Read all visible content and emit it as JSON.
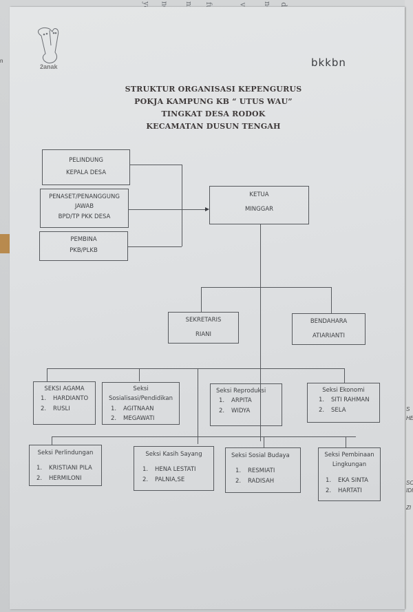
{
  "document": {
    "brand": "bkkbn",
    "logo_caption": "2anak",
    "title_lines": [
      "STRUKTUR ORGANISASI KEPENGURUS",
      "POKJA KAMPUNG KB “ UTUS WAU”",
      "TINGKAT DESA RODOK",
      "KECAMATAN DUSUN TENGAH"
    ]
  },
  "advisors": [
    {
      "role": "PELINDUNG",
      "name": "KEPALA DESA"
    },
    {
      "role": "PENASET/PENANGGUNG",
      "role2": "JAWAB",
      "name": "BPD/TP PKK DESA"
    },
    {
      "role": "PEMBINA",
      "name": "PKB/PLKB"
    }
  ],
  "ketua": {
    "role": "KETUA",
    "name": "MINGGAR"
  },
  "sekretaris": {
    "role": "SEKRETARIS",
    "name": "RIANI"
  },
  "bendahara": {
    "role": "BENDAHARA",
    "name": "ATIARIANTI"
  },
  "sections_row1": [
    {
      "title": "SEKSI AGAMA",
      "members": [
        "HARDIANTO",
        "RUSLI"
      ]
    },
    {
      "title": "Seksi",
      "title2": "Sosialisasi/Pendidikan",
      "members": [
        "AGITNAAN",
        "MEGAWATI"
      ]
    },
    {
      "title": "Seksi Reproduksi",
      "members": [
        "ARPITA",
        "WIDYA"
      ]
    },
    {
      "title": "Seksi Ekonomi",
      "members": [
        "SITI RAHMAN",
        "SELA"
      ]
    }
  ],
  "sections_row2": [
    {
      "title": "Seksi Perlindungan",
      "members": [
        "KRISTIANI PILA",
        "HERMILONI"
      ]
    },
    {
      "title": "Seksi Kasih Sayang",
      "members": [
        "HENA LESTATI",
        "PALNIA,SE"
      ]
    },
    {
      "title": "Seksi Sosial Budaya",
      "members": [
        "RESMIATI",
        "RADISAH"
      ]
    },
    {
      "title": "Seksi Pembinaan",
      "title2": "Lingkungan",
      "members": [
        "EKA SINTA",
        "HARTATI"
      ]
    }
  ],
  "numbers": [
    "1.",
    "2."
  ],
  "background_fragments": {
    "scribbles": [
      "ya",
      "ne",
      "nz",
      "fu",
      "vi",
      "nc",
      "di"
    ],
    "right_edge": [
      "S",
      "HE",
      "SO",
      "IDI",
      "ZI"
    ],
    "left_edge": "n"
  }
}
